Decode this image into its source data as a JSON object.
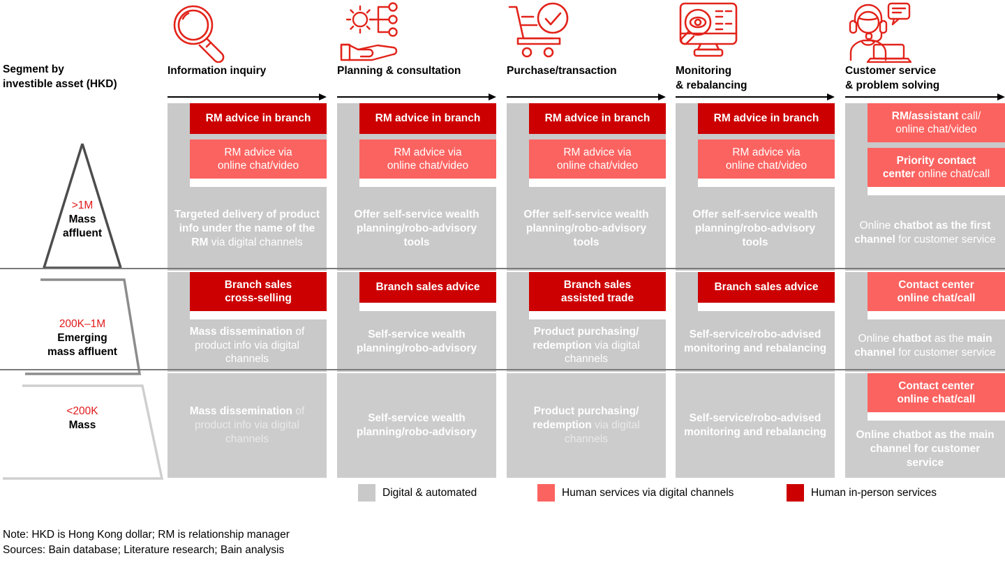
{
  "axis": {
    "title": "Segment by\ninvestible asset (HKD)"
  },
  "columns": [
    {
      "id": "information-inquiry",
      "title": "Information inquiry",
      "icon": "magnifier-icon"
    },
    {
      "id": "planning-consultation",
      "title": "Planning & consultation",
      "icon": "gear-in-hand-icon"
    },
    {
      "id": "purchase-transaction",
      "title": "Purchase/transaction",
      "icon": "shopping-cart-check-icon"
    },
    {
      "id": "monitoring-rebalancing",
      "title": "Monitoring\n& rebalancing",
      "icon": "monitor-eye-icon"
    },
    {
      "id": "customer-service",
      "title": "Customer service\n& problem solving",
      "icon": "headset-agent-icon"
    }
  ],
  "segments": [
    {
      "id": "mass-affluent",
      "amount": ">1M",
      "name": "Mass\naffluent"
    },
    {
      "id": "emerging-mass-affluent",
      "amount": "200K–1M",
      "name": "Emerging\nmass affluent"
    },
    {
      "id": "mass",
      "amount": "<200K",
      "name": "Mass"
    }
  ],
  "matrix": [
    {
      "segment": "mass-affluent",
      "cells": [
        {
          "column": "information-inquiry",
          "chips": [
            {
              "type": "dark",
              "html": "RM advice in branch"
            },
            {
              "type": "pink",
              "html": "RM advice via<br>online chat/video"
            }
          ],
          "body": "<b>Targeted delivery of product info under the name of the RM</b> via digital channels"
        },
        {
          "column": "planning-consultation",
          "chips": [
            {
              "type": "dark",
              "html": "RM advice in branch"
            },
            {
              "type": "pink",
              "html": "RM advice via<br>online chat/video"
            }
          ],
          "body": "<b>Offer self-service wealth planning/robo-advisory tools</b>"
        },
        {
          "column": "purchase-transaction",
          "chips": [
            {
              "type": "dark",
              "html": "RM advice in branch"
            },
            {
              "type": "pink",
              "html": "RM advice via<br>online chat/video"
            }
          ],
          "body": "<b>Offer self-service wealth planning/robo-advisory tools</b>"
        },
        {
          "column": "monitoring-rebalancing",
          "chips": [
            {
              "type": "dark",
              "html": "RM advice in branch"
            },
            {
              "type": "pink",
              "html": "RM advice via<br>online chat/video"
            }
          ],
          "body": "<b>Offer self-service wealth planning/robo-advisory tools</b>"
        },
        {
          "column": "customer-service",
          "chips": [
            {
              "type": "pink",
              "html": "<b>RM/assistant</b> call/<br>online chat/video"
            },
            {
              "type": "pink",
              "html": "<b>Priority contact<br>center</b> online chat/call"
            }
          ],
          "body": "Online <b>chatbot as the first channel</b> for customer service"
        }
      ]
    },
    {
      "segment": "emerging-mass-affluent",
      "cells": [
        {
          "column": "information-inquiry",
          "chips": [
            {
              "type": "dark",
              "html": "Branch sales<br>cross-selling"
            }
          ],
          "body": "<b>Mass dissemination</b> of product info via digital channels"
        },
        {
          "column": "planning-consultation",
          "chips": [
            {
              "type": "dark",
              "html": "Branch sales advice"
            }
          ],
          "body": "<b>Self-service wealth planning/robo-advisory</b>"
        },
        {
          "column": "purchase-transaction",
          "chips": [
            {
              "type": "dark",
              "html": "Branch sales<br>assisted trade"
            }
          ],
          "body": "<b>Product purchasing/ redemption</b> via digital channels"
        },
        {
          "column": "monitoring-rebalancing",
          "chips": [
            {
              "type": "dark",
              "html": "Branch sales advice"
            }
          ],
          "body": "<b>Self-service/robo-advised monitoring and rebalancing</b>"
        },
        {
          "column": "customer-service",
          "chips": [
            {
              "type": "pink",
              "html": "<b>Contact center<br>online chat/call</b>"
            }
          ],
          "body": "Online <b>chatbot</b> as the <b>main channel</b> for customer service"
        }
      ]
    },
    {
      "segment": "mass",
      "cells": [
        {
          "column": "information-inquiry",
          "chips": [],
          "body": "<b>Mass dissemination</b> of product info via digital channels"
        },
        {
          "column": "planning-consultation",
          "chips": [],
          "body": "<b>Self-service wealth planning/robo-advisory</b>"
        },
        {
          "column": "purchase-transaction",
          "chips": [],
          "body": "<b>Product purchasing/ redemption</b> via digital channels"
        },
        {
          "column": "monitoring-rebalancing",
          "chips": [],
          "body": "<b>Self-service/robo-advised monitoring and rebalancing</b>"
        },
        {
          "column": "customer-service",
          "chips": [
            {
              "type": "pink",
              "html": "<b>Contact center<br>online chat/call</b>"
            }
          ],
          "body": "<b>Online chatbot as the main channel for customer service</b>"
        }
      ]
    }
  ],
  "legend": [
    {
      "id": "digital-automated",
      "swatch": "gray",
      "label": "Digital & automated"
    },
    {
      "id": "human-via-digital",
      "swatch": "pink",
      "label": "Human services via digital channels"
    },
    {
      "id": "human-in-person",
      "swatch": "dark",
      "label": "Human in-person services"
    }
  ],
  "footnotes": {
    "note": "Note: HKD is Hong Kong dollar; RM is relationship manager",
    "sources": "Sources: Bain database; Literature research; Bain analysis"
  },
  "colors": {
    "dark_red": "#cc0000",
    "pink": "#fb6360",
    "gray": "#c9c9c9",
    "accent_red_text": "#e01a1a"
  }
}
